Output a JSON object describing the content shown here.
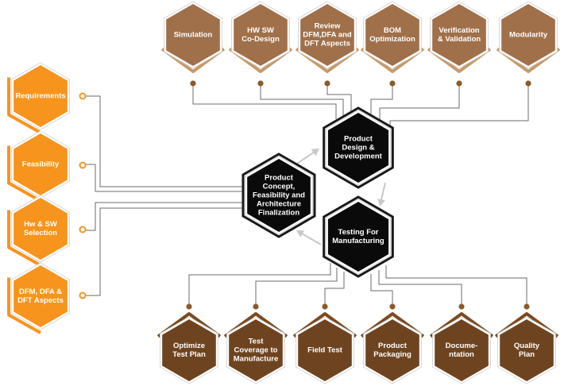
{
  "colors": {
    "top_fill": "#a0704a",
    "top_accent": "#c59a6a",
    "left_fill": "#f7941d",
    "left_accent": "#f7941d",
    "bottom_fill": "#6e4420",
    "bottom_accent": "#7a4a20",
    "core_fill": "#0a0a0a",
    "connector": "#6b6b6b",
    "arrow": "#c8c8c8",
    "dot": "#8b5a2b"
  },
  "core": {
    "concept": [
      "Product",
      "Concept,",
      "Feasibility and",
      "Architecture",
      "Finalization"
    ],
    "design": [
      "Product",
      "Design &",
      "Development"
    ],
    "testing": [
      "Testing For",
      "Manufacturing"
    ]
  },
  "top_items": [
    [
      "Simulation"
    ],
    [
      "HW SW",
      "Co-Design"
    ],
    [
      "Review",
      "DFM,DFA and",
      "DFT Aspects"
    ],
    [
      "BOM",
      "Optimization"
    ],
    [
      "Verification",
      "& Validation"
    ],
    [
      "Modularity"
    ]
  ],
  "left_items": [
    [
      "Requirements"
    ],
    [
      "Feasibility"
    ],
    [
      "Hw & SW",
      "Selection"
    ],
    [
      "DFM, DFA &",
      "DFT Aspects"
    ]
  ],
  "bottom_items": [
    [
      "Optimize",
      "Test Plan"
    ],
    [
      "Test",
      "Coverage to",
      "Manufacture"
    ],
    [
      "Field Test"
    ],
    [
      "Product",
      "Packaging"
    ],
    [
      "Docume-",
      "ntation"
    ],
    [
      "Quality",
      "Plan"
    ]
  ]
}
